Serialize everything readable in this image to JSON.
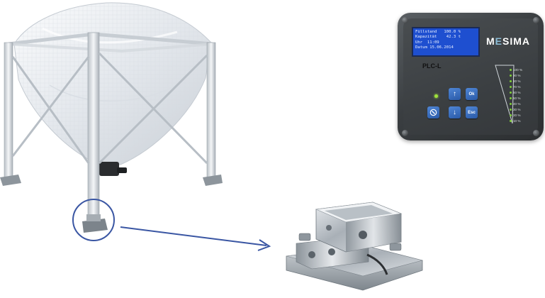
{
  "controller": {
    "brand": "MESIMA",
    "model": "PLC-L",
    "lcd_lines": [
      "Füllstand   100.0 %",
      "Kapazität    42.3 t",
      "Uhr  11:09",
      "Datum 15.06.2014"
    ],
    "buttons": {
      "up": "↑",
      "ok": "Ok",
      "down": "↓",
      "esc": "Esc"
    },
    "level_labels": [
      "100 %",
      "90 %",
      "80 %",
      "70 %",
      "60 %",
      "50 %",
      "40 %",
      "30 %",
      "20 %",
      "10 %"
    ]
  },
  "colors": {
    "lcd_background": "#1e4fd0",
    "button_blue": "#2f63b5",
    "led_green": "#8fdc3a",
    "callout_blue": "#3a56a3",
    "panel_gray": "#3b3f42"
  }
}
